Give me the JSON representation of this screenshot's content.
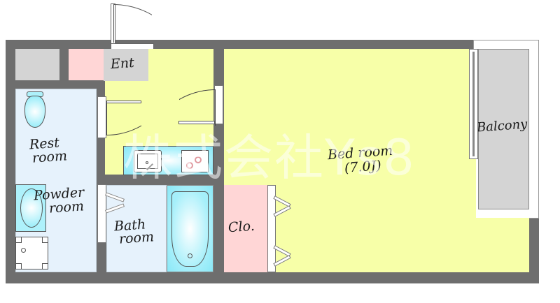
{
  "floorplan": {
    "rooms": {
      "entrance": {
        "label": "Ent"
      },
      "rest_room": {
        "label_line1": "Rest",
        "label_line2": "room"
      },
      "powder_room": {
        "label_line1": "Powder",
        "label_line2": "room"
      },
      "bath_room": {
        "label_line1": "Bath",
        "label_line2": "room"
      },
      "closet": {
        "label": "Clo."
      },
      "bed_room": {
        "label_line1": "Bed room",
        "label_line2": "(7.0J)"
      },
      "balcony": {
        "label": "Balcony"
      }
    },
    "watermark": "株式会社Ys8",
    "colors": {
      "wall": "#6e6e6e",
      "living": "#f7ffa8",
      "wet_area": "#e6f2fc",
      "storage": "#d4d4d4",
      "closet": "#ffd6d6",
      "fixture": "#aef1fb"
    }
  }
}
